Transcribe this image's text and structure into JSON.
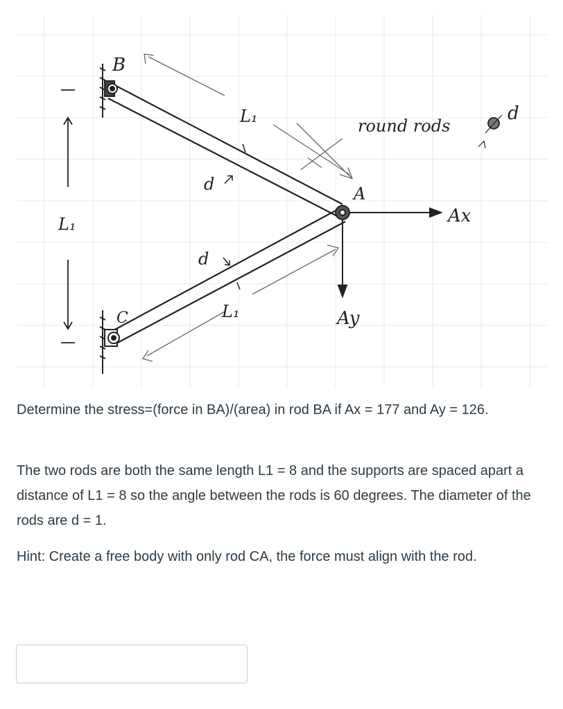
{
  "figure": {
    "labels": {
      "point_b": "B",
      "point_a": "A",
      "point_c": "C",
      "rod_length_top": "L₁",
      "rod_length_bottom": "L₁",
      "support_spacing": "L₁",
      "rod_type_note": "round rods",
      "diameter_note": "d",
      "diameter_top_rod": "d",
      "diameter_bottom_rod": "d",
      "force_x": "Ax",
      "force_y": "Ay"
    },
    "icons": [
      "fixed-pin-support-icon",
      "pin-joint-icon",
      "rod-cross-section-icon"
    ]
  },
  "question": {
    "paragraph_1": "Determine the stress=(force in BA)/(area) in rod BA if Ax = 177 and Ay = 126.",
    "paragraph_2": "The two rods are both the same length L1 = 8 and the supports are spaced apart a distance of L1 = 8 so the angle between the rods is 60 degrees. The diameter of the rods are d = 1.",
    "paragraph_3": "Hint: Create a free body with only rod CA, the force must align with the rod."
  },
  "answer": {
    "value": ""
  },
  "colors": {
    "text": "#2d3b45",
    "ink": "#222222",
    "input_border": "#c7cdd1"
  }
}
